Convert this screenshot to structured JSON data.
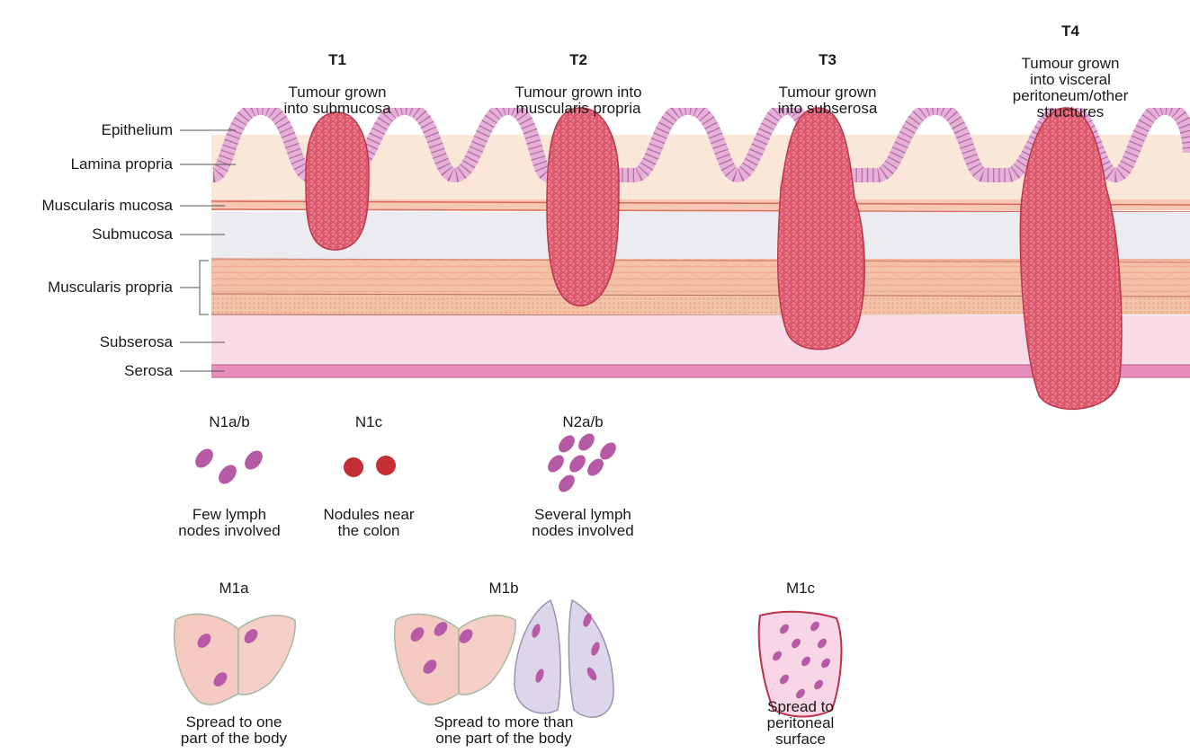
{
  "layers": [
    {
      "label": "Epithelium"
    },
    {
      "label": "Lamina propria"
    },
    {
      "label": "Muscularis mucosa"
    },
    {
      "label": "Submucosa"
    },
    {
      "label": "Muscularis propria"
    },
    {
      "label": "Subserosa"
    },
    {
      "label": "Serosa"
    }
  ],
  "t_stages": [
    {
      "code": "T1",
      "desc": "Tumour grown\ninto submucosa"
    },
    {
      "code": "T2",
      "desc": "Tumour grown into\nmuscularis propria"
    },
    {
      "code": "T3",
      "desc": "Tumour grown\ninto subserosa"
    },
    {
      "code": "T4",
      "desc": "Tumour grown\ninto visceral\nperitoneum/other\nstructures"
    }
  ],
  "n_stages": [
    {
      "code": "N1a/b",
      "desc": "Few lymph\nnodes involved"
    },
    {
      "code": "N1c",
      "desc": "Nodules near\nthe colon"
    },
    {
      "code": "N2a/b",
      "desc": "Several lymph\nnodes involved"
    }
  ],
  "m_stages": [
    {
      "code": "M1a",
      "desc": "Spread to one\npart of the body"
    },
    {
      "code": "M1b",
      "desc": "Spread to more than\none part of the body"
    },
    {
      "code": "M1c",
      "desc": "Spread to\nperitoneal\nsurface"
    }
  ],
  "colors": {
    "epithelium": "#e3aed6",
    "lamina": "#fbe6d6",
    "mucosa_line": "#e07a6a",
    "submucosa": "#ececf0",
    "muscularis": "#f5c3ad",
    "subserosa": "#f8d8e6",
    "serosa": "#e58cb8",
    "tumour": "#d9546a",
    "lymph": "#b85aa8",
    "nodule": "#c42e32",
    "liver": "#f5c9c3",
    "lung": "#dcd4ea"
  }
}
